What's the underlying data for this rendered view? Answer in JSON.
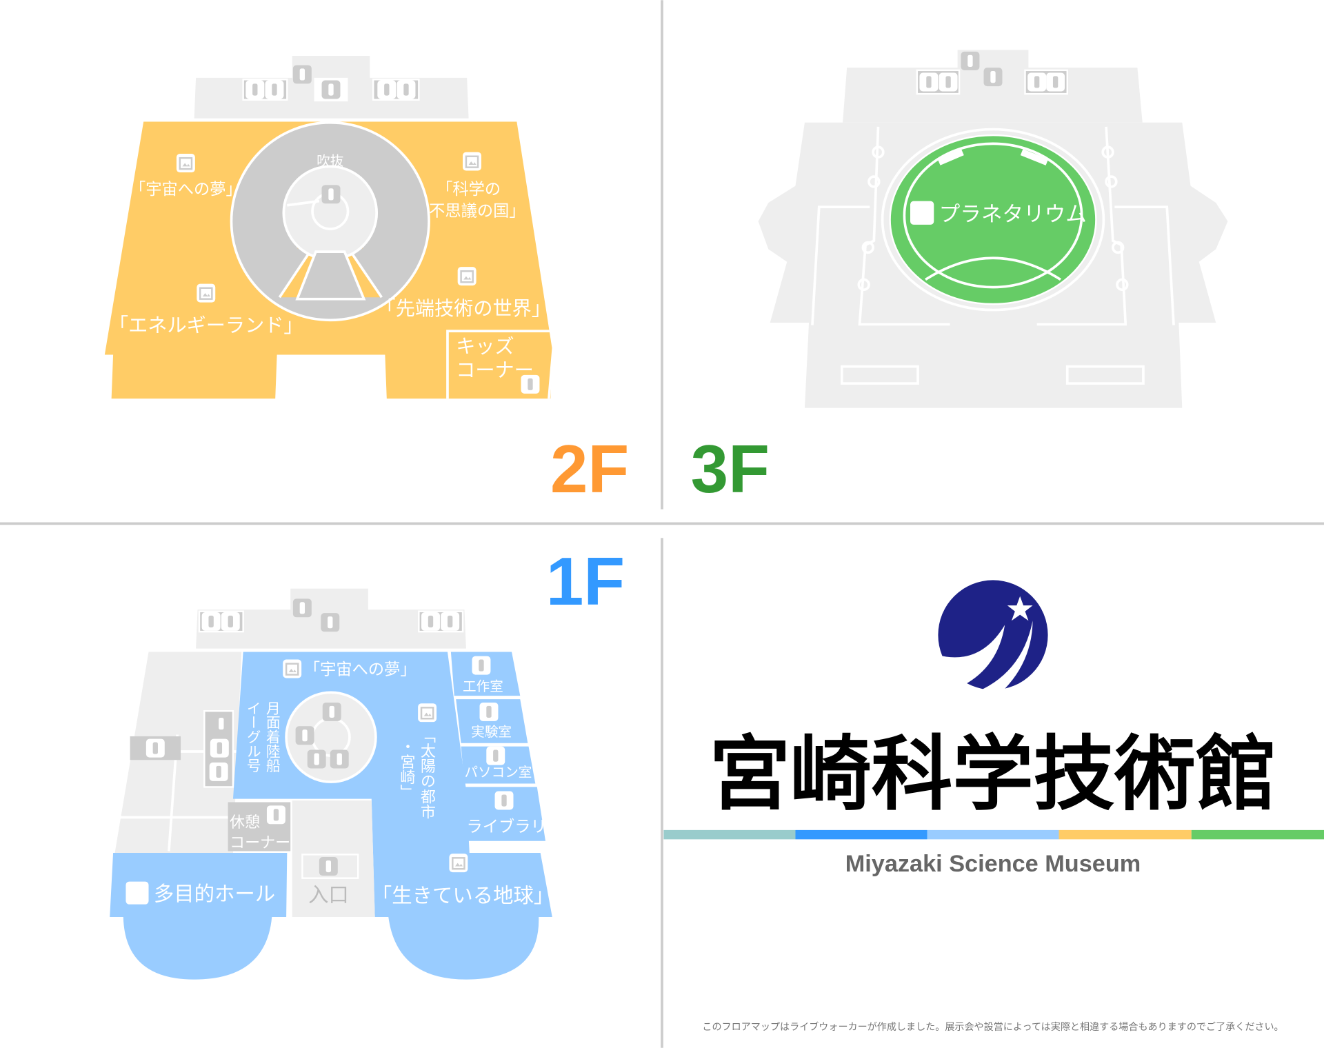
{
  "floors": {
    "f2": {
      "label": "2F",
      "color": "#FF9933",
      "area_color": "#FFCC66",
      "atrium": "吹抜",
      "zones": [
        "「宇宙への夢」",
        "「科学の",
        "不思議の国」",
        "「エネルギーランド」",
        "「先端技術の世界」",
        "キッズ",
        "コーナー"
      ]
    },
    "f3": {
      "label": "3F",
      "color": "#339933",
      "area_color": "#66CC66",
      "zones": [
        "プラネタリウム"
      ]
    },
    "f1": {
      "label": "1F",
      "color": "#3399FF",
      "area_color": "#99CCFF",
      "zones": {
        "space_dream": "「宇宙への夢」",
        "eagle_1": "月面着陸船",
        "eagle_2": "イーグル号",
        "sun_city_1": "「太陽の都市",
        "sun_city_2": "・宮崎」",
        "workshop": "工作室",
        "lab": "実験室",
        "pc_room": "パソコン室",
        "library": "ライブラリ",
        "rest_1": "休憩",
        "rest_2": "コーナー",
        "hall": "多目的ホール",
        "entrance": "入口",
        "earth": "「生きている地球」"
      }
    }
  },
  "brand": {
    "title_ja": "宮崎科学技術館",
    "title_en": "Miyazaki Science Museum",
    "logo_color": "#1E2287",
    "stripe_colors": [
      "#99CCCC",
      "#3399FF",
      "#99CCFF",
      "#FFCC66",
      "#66CC66"
    ]
  },
  "footer": {
    "note": "このフロアマップはライブウォーカーが作成しました。展示会や設営によっては実際と相違する場合もありますのでご了承ください。"
  }
}
